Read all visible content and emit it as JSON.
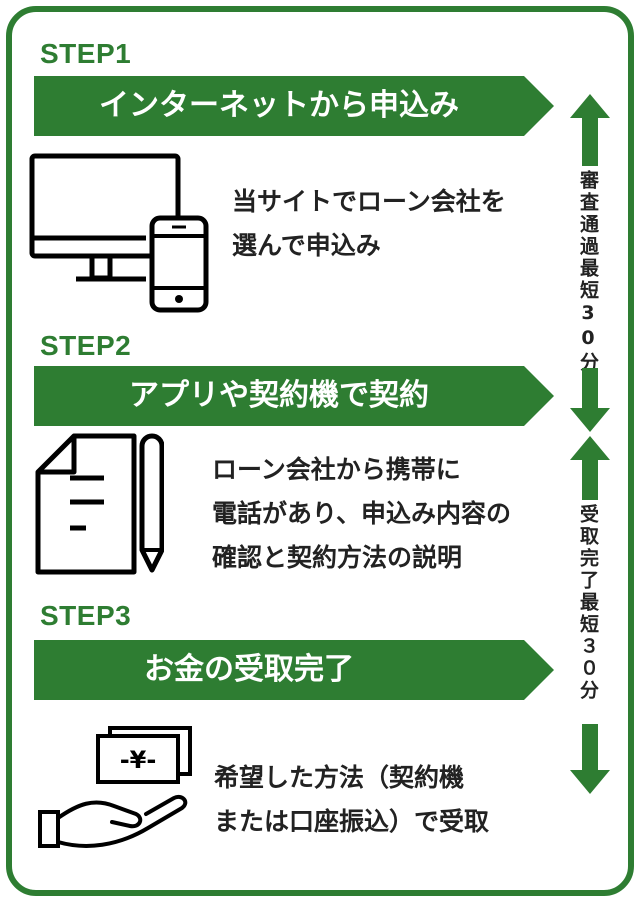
{
  "colors": {
    "accent": "#2e7d32",
    "text": "#222222",
    "background": "#ffffff"
  },
  "steps": [
    {
      "label": "STEP1",
      "title": "インターネットから申込み",
      "desc_lines": [
        "当サイトでローン会社を",
        "選んで申込み"
      ],
      "icon": "monitor-smartphone-icon"
    },
    {
      "label": "STEP2",
      "title": "アプリや契約機で契約",
      "desc_lines": [
        "ローン会社から携帯に",
        "電話があり、申込み内容の",
        "確認と契約方法の説明"
      ],
      "icon": "document-pen-icon"
    },
    {
      "label": "STEP3",
      "title": "お金の受取完了",
      "desc_lines": [
        "希望した方法（契約機",
        "または口座振込）で受取"
      ],
      "icon": "hand-money-icon"
    }
  ],
  "side_notes": {
    "review": "審査通過最短30分",
    "receive": "受取完了最短３０分"
  }
}
